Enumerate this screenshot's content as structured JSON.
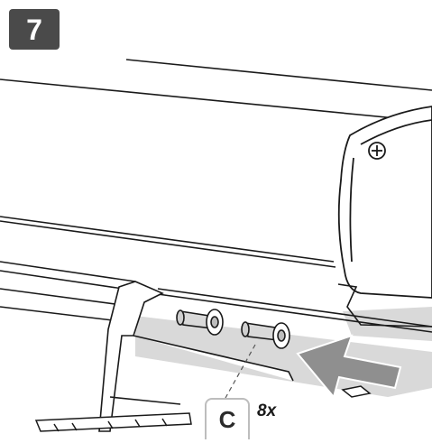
{
  "step": {
    "number": "7"
  },
  "callout": {
    "part_letter": "C",
    "quantity": "8x"
  },
  "icons": {
    "screw": "screw-head-icon",
    "direction": "insert-arrow-icon",
    "bolt": "bolt-pin-icon"
  },
  "colors": {
    "badge": "#4a4a4a",
    "arrow": "#8f8f8f",
    "shade": "#d9d9d9",
    "line": "#1a1a1a"
  }
}
